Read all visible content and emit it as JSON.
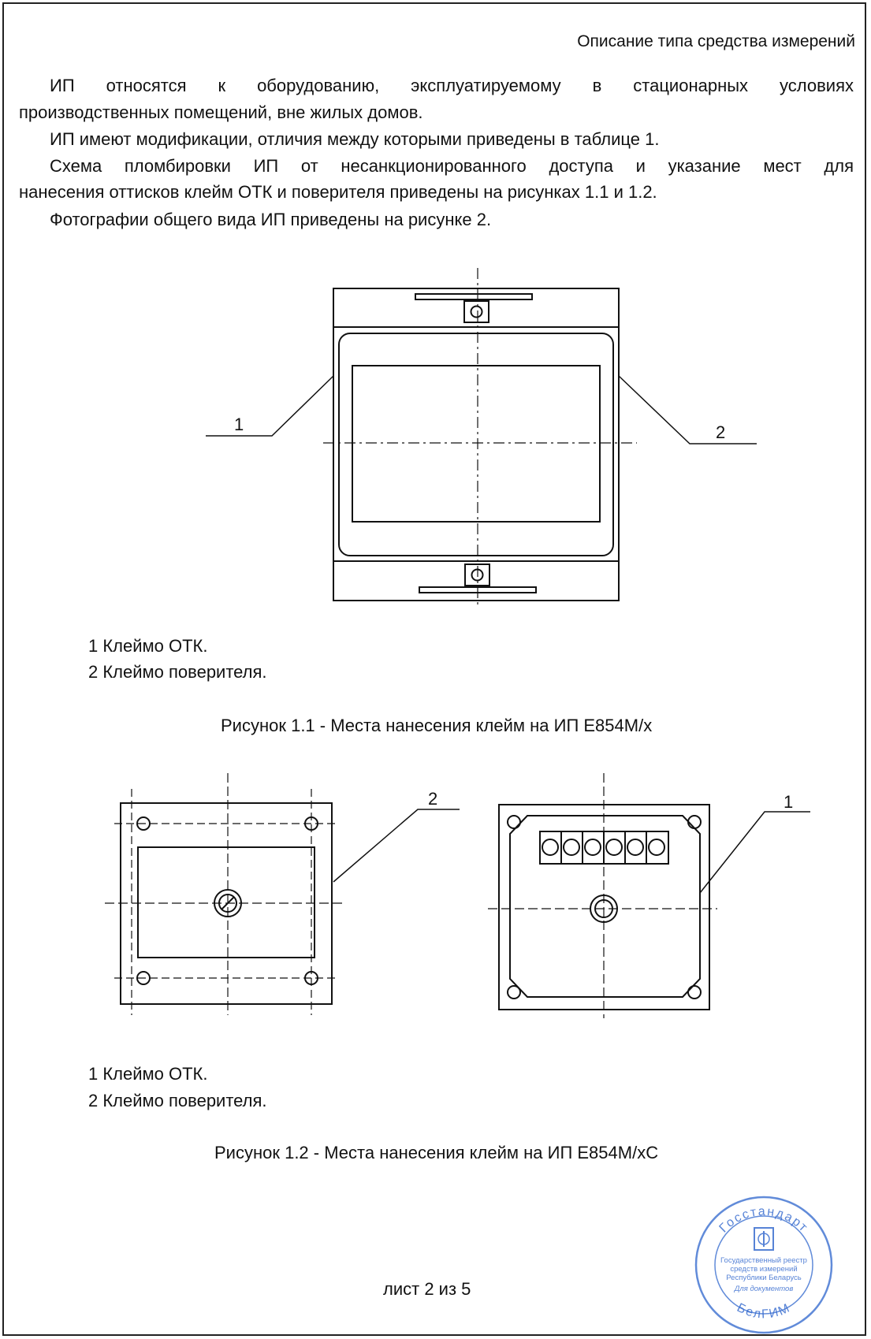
{
  "header": "Описание типа средства измерений",
  "paragraphs": {
    "p1_line1": "ИП относятся к оборудованию, эксплуатируемому в стационарных условиях",
    "p1_line2": "производственных помещений, вне жилых домов.",
    "p2": "ИП имеют модификации, отличия между которыми приведены в таблице 1.",
    "p3_line1": "Схема пломбировки ИП от несанкционированного доступа и указание мест для",
    "p3_line2": "нанесения оттисков клейм ОТК и поверителя приведены на рисунках 1.1 и 1.2.",
    "p4": "Фотографии общего вида ИП приведены на рисунке 2."
  },
  "figure1": {
    "callout1": "1",
    "callout2": "2",
    "note1": "1 Клеймо ОТК.",
    "note2": "2 Клеймо поверителя.",
    "caption": "Рисунок 1.1 - Места нанесения клейм на ИП Е854М/х"
  },
  "figure2": {
    "callout1": "1",
    "callout2": "2",
    "note1": "1 Клеймо ОТК.",
    "note2": "2 Клеймо поверителя.",
    "caption": "Рисунок 1.2 - Места нанесения клейм на ИП Е854М/хС"
  },
  "footer": "лист 2 из 5",
  "stamp": {
    "top_text": "Госстандарт",
    "line1": "Государственный реестр",
    "line2": "средств измерений",
    "line3": "Республики Беларусь",
    "line4": "Для документов",
    "bottom_text": "БелГИМ",
    "color": "#3a6ed0"
  },
  "colors": {
    "ink": "#111111",
    "stamp": "#3a6ed0"
  }
}
